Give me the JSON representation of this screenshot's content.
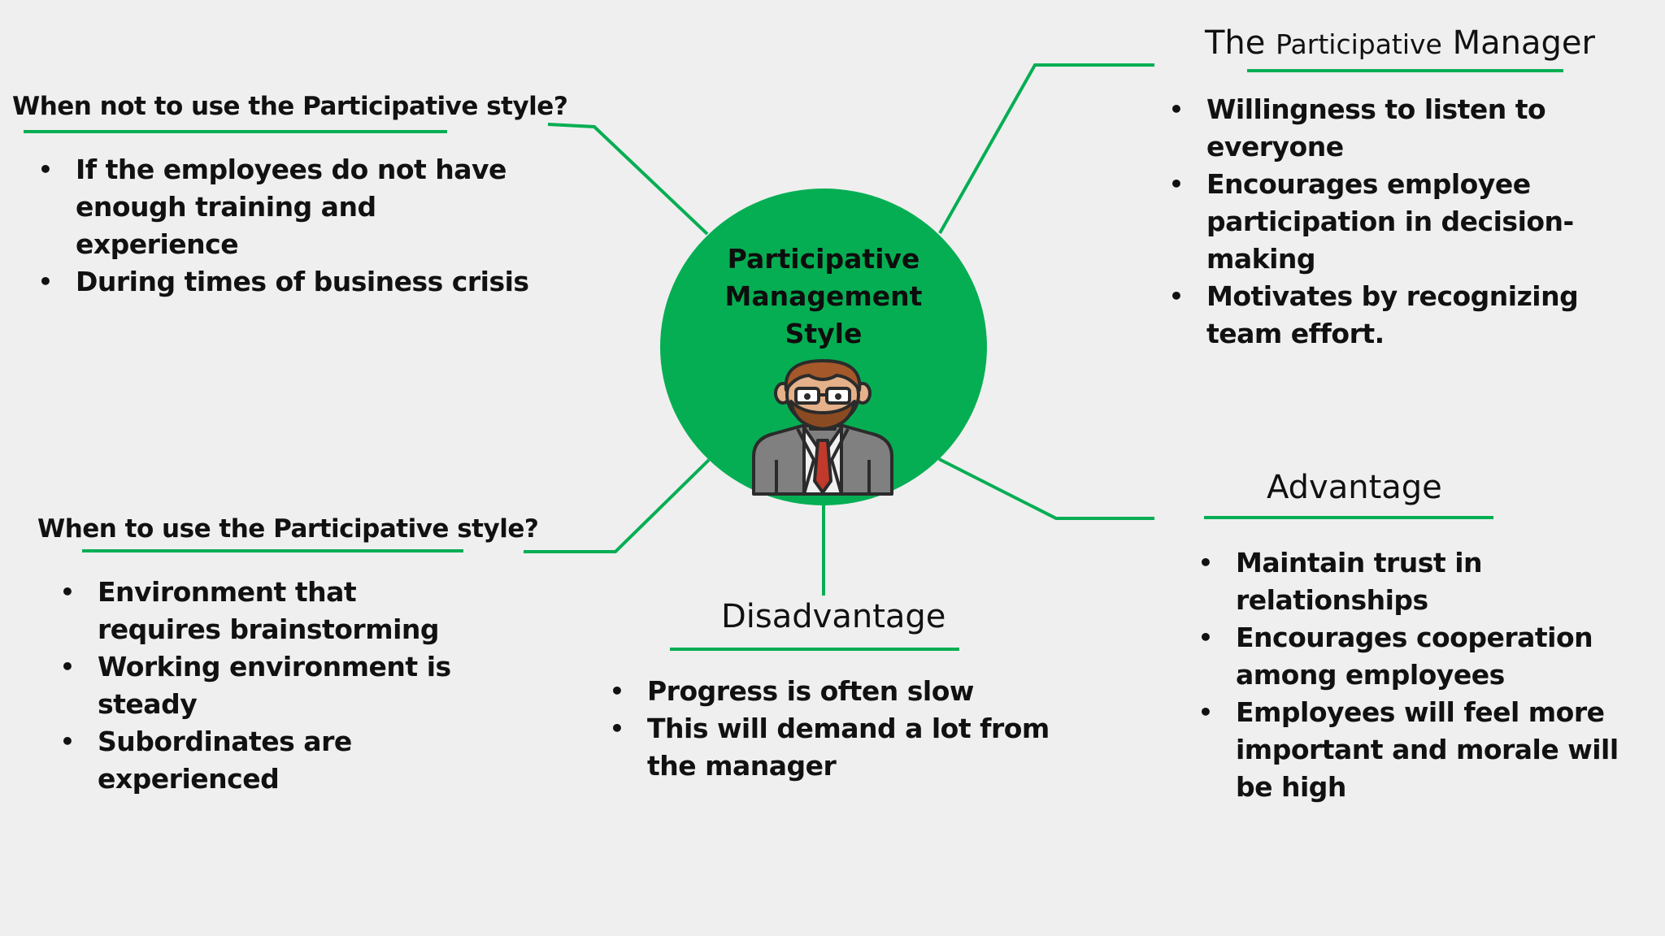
{
  "center": {
    "title_lines": [
      "Participative",
      "Management",
      "Style"
    ],
    "icon": "manager-avatar-icon"
  },
  "branches": {
    "when_not": {
      "heading": "When not to use the Participative style?",
      "items": [
        "If the employees do not have enough training and experience",
        "During times of business crisis"
      ]
    },
    "when": {
      "heading": "When to use the Participative style?",
      "items": [
        "Environment that requires brainstorming",
        "Working environment is steady",
        "Subordinates are experienced"
      ]
    },
    "manager": {
      "heading_prefix": "The",
      "heading_mid": "Participative",
      "heading_suffix": "Manager",
      "items": [
        "Willingness to listen to everyone",
        "Encourages employee participation in decision-making",
        "Motivates by recognizing team effort."
      ]
    },
    "advantage": {
      "heading": "Advantage",
      "items": [
        "Maintain trust in relationships",
        "Encourages cooperation among employees",
        "Employees will feel more important and morale will be high"
      ]
    },
    "disadvantage": {
      "heading": "Disadvantage",
      "items": [
        "Progress is often slow",
        "This will demand a lot from the manager"
      ]
    }
  },
  "colors": {
    "accent": "#06ae53",
    "background": "#efefef",
    "text": "#111111"
  }
}
